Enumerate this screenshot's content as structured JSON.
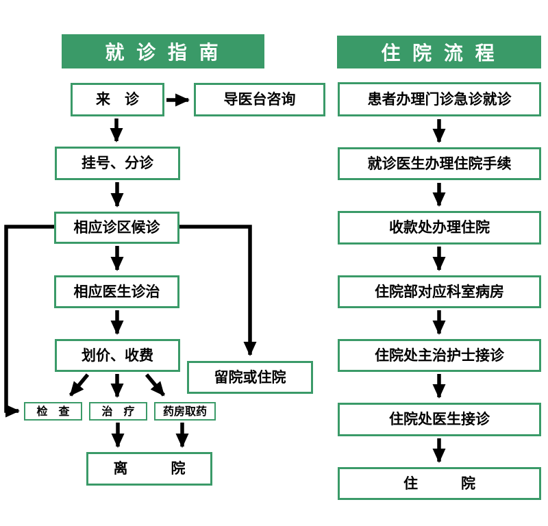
{
  "left_flow": {
    "title": "就 诊 指 南",
    "nodes": {
      "come": "来　诊",
      "guide_desk": "导医台咨询",
      "register": "挂号、分诊",
      "waiting": "相应诊区候诊",
      "doctor_treat": "相应医生诊治",
      "pricing": "划价、收费",
      "stay_or_admit": "留院或住院",
      "check": "检　查",
      "treat": "治　疗",
      "pharmacy": "药房取药",
      "leave": "离　　　院"
    }
  },
  "right_flow": {
    "title": "住 院 流 程",
    "steps": [
      "患者办理门诊急诊就诊",
      "就诊医生办理住院手续",
      "收款处办理住院",
      "住院部对应科室病房",
      "住院处主治护士接诊",
      "住院处医生接诊",
      "住　　　院"
    ]
  },
  "colors": {
    "header_green": "#3A9A68",
    "box_border_green": "#3A9A68",
    "connector_black": "#000000",
    "box_text": "#000000",
    "title_text": "#FFFFFF"
  }
}
